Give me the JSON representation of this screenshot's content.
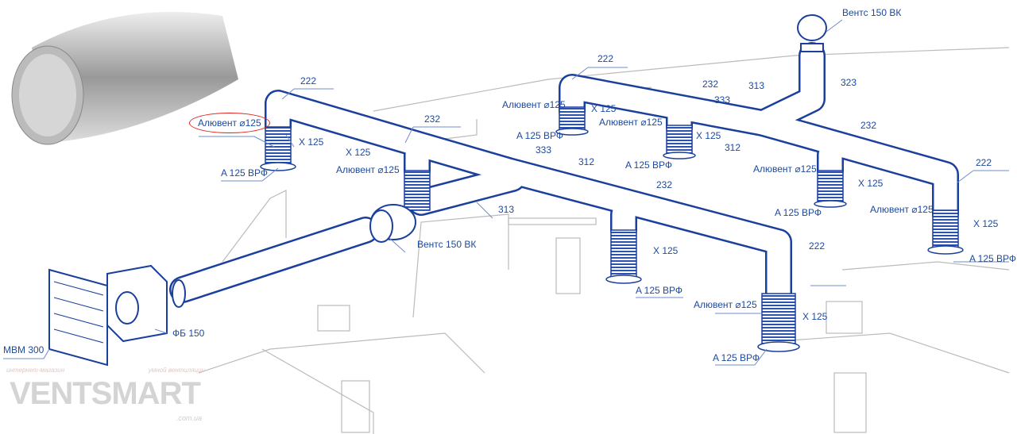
{
  "labels": {
    "vents_top": "Вентс 150 ВК",
    "n222_a": "222",
    "n323": "323",
    "n222_b": "222",
    "n232_a": "232",
    "n313_a": "313",
    "aluvent_a": "Алювент ⌀125",
    "x125_a": "X 125",
    "n333_a": "333",
    "aluvent_circled": "Алювент ⌀125",
    "n232_b": "232",
    "aluvent_b": "Алювент ⌀125",
    "n232_c": "232",
    "a125_a": "A 125 ВРФ",
    "x125_b": "X 125",
    "x125_c": "X 125",
    "n312_a": "312",
    "n333_b": "333",
    "x125_d": "X 125",
    "a125_b": "A 125 ВРФ",
    "n312_b": "312",
    "n222_c": "222",
    "a125_c": "A 125 ВРФ",
    "aluvent_c": "Алювент ⌀125",
    "aluvent_d": "Алювент ⌀125",
    "x125_e": "X 125",
    "n232_d": "232",
    "n313_b": "313",
    "a125_d": "A 125 ВРФ",
    "aluvent_e": "Алювент ⌀125",
    "x125_f": "X 125",
    "vents_mid": "Вентс 150 ВК",
    "n222_d": "222",
    "x125_g": "X 125",
    "a125_e": "A 125 ВРФ",
    "a125_f": "A 125 ВРФ",
    "aluvent_f": "Алювент ⌀125",
    "x125_h": "X 125",
    "fb150": "ФБ 150",
    "mbm300": "MBM 300",
    "a125_g": "A 125 ВРФ"
  },
  "logo": {
    "brand": "VENTSMART",
    "tagline_left": "интернет-магазин",
    "tagline_right": "умной вентиляции",
    "domain": ".com.ua"
  },
  "colors": {
    "pipe": "#1a3f9c",
    "label": "#1d4aa0",
    "room": "#b8b8b8",
    "highlight": "#e02020"
  }
}
